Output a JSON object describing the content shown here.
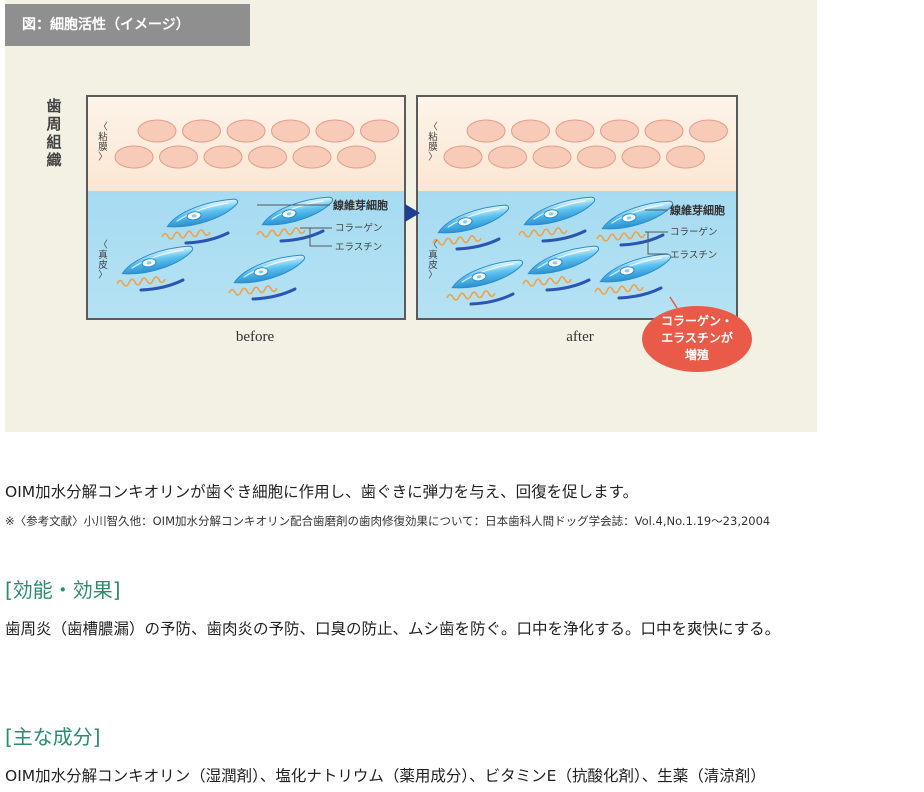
{
  "figure": {
    "title": "図：細胞活性（イメージ）",
    "tissue_label": "歯周組織",
    "mucosa_label": "〈粘膜〉",
    "dermis_label": "〈真皮〉",
    "fibroblast_label": "線維芽細胞",
    "collagen_label": "コラーゲン",
    "elastin_label": "エラスチン",
    "before_label": "before",
    "after_label": "after",
    "badge_lines": [
      "コラーゲン・",
      "エラスチンが",
      "増殖"
    ],
    "colors": {
      "background": "#f3f1e4",
      "mucosa": "#fdf2e6",
      "dermis": "#a8dcf0",
      "cell_fill": "#f7cbb8",
      "cell_stroke": "#e39c86",
      "fibroblast": "#3aaee3",
      "collagen": "#f0a14a",
      "elastin": "#2a55b3",
      "badge": "#ea5a48",
      "arrow": "#1d3f91",
      "heading": "#2e8b6e"
    }
  },
  "description": "OIM加水分解コンキオリンが歯ぐき細胞に作用し、歯ぐきに弾力を与え、回復を促します。",
  "reference": "※〈参考文献〉小川智久他：OIM加水分解コンキオリン配合歯磨剤の歯肉修復効果について：日本歯科人間ドッグ学会誌：Vol.4,No.1.19〜23,2004",
  "effects": {
    "heading": "[効能・効果]",
    "text": "歯周炎（歯槽膿漏）の予防、歯肉炎の予防、口臭の防止、ムシ歯を防ぐ。口中を浄化する。口中を爽快にする。"
  },
  "ingredients": {
    "heading": "[主な成分]",
    "text": "OIM加水分解コンキオリン（湿潤剤）、塩化ナトリウム（薬用成分）、ビタミンE（抗酸化剤）、生薬（清涼剤）"
  }
}
